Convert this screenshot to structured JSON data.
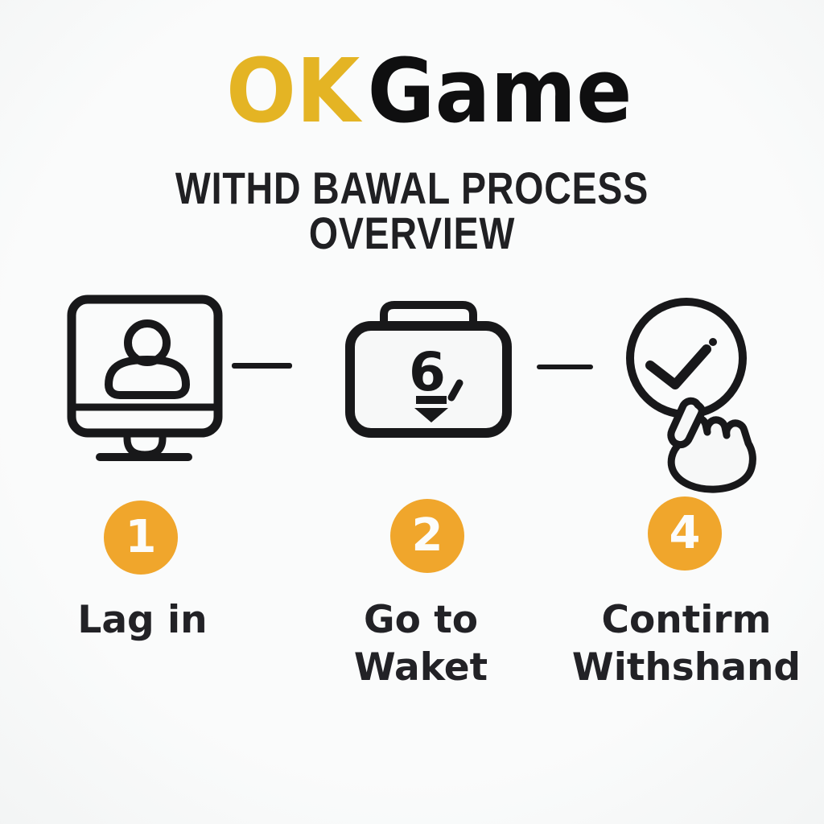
{
  "header": {
    "brand_primary": "OK",
    "brand_secondary": "Game",
    "subtitle": "WITHD BAWAL PROCESS OVERVIEW"
  },
  "steps": [
    {
      "number": "1",
      "icon": "monitor-user-icon",
      "label_line1": "Lag in",
      "label_line2": ""
    },
    {
      "number": "2",
      "icon": "wallet-withdraw-icon",
      "icon_glyph": "6",
      "label_line1": "Go to",
      "label_line2": "Waket"
    },
    {
      "number": "4",
      "icon": "confirm-click-icon",
      "label_line1": "Contirm",
      "label_line2": "Withshand"
    }
  ],
  "connectors": [
    "dash",
    "dash"
  ],
  "colors": {
    "brand_yellow": "#E4B424",
    "badge_orange": "#F0A62C",
    "ink": "#18181a",
    "background": "#f7f8f8"
  }
}
